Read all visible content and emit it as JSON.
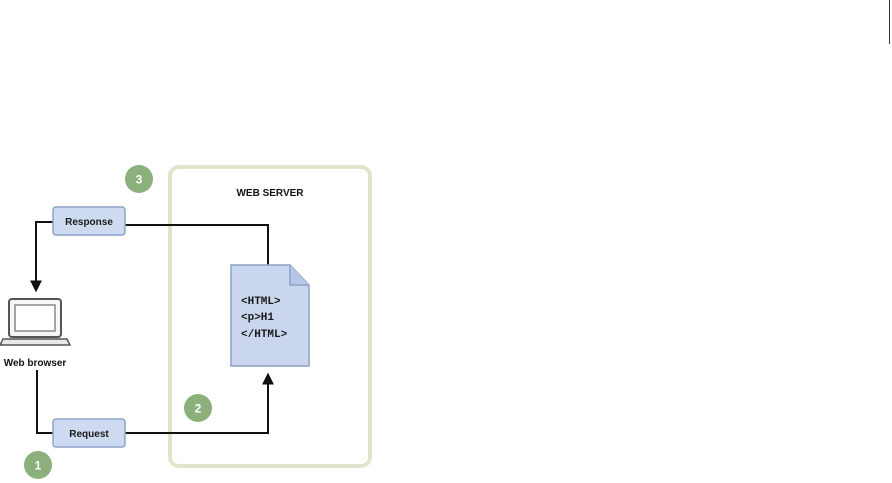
{
  "diagram": {
    "server_title": "WEB SERVER",
    "response_label": "Response",
    "request_label": "Request",
    "browser_label": "Web browser",
    "document_lines": [
      "<HTML>",
      "<p>H1",
      "</HTML>"
    ],
    "steps": [
      "1",
      "2",
      "3"
    ]
  },
  "colors": {
    "server_border": "#e2e4cc",
    "label_fill": "#cddaf0",
    "label_stroke": "#8da3cc",
    "document_fill": "#c9d6ee",
    "document_stroke": "#8ea1c6",
    "step_fill": "#8bb07c",
    "line": "#111111"
  }
}
